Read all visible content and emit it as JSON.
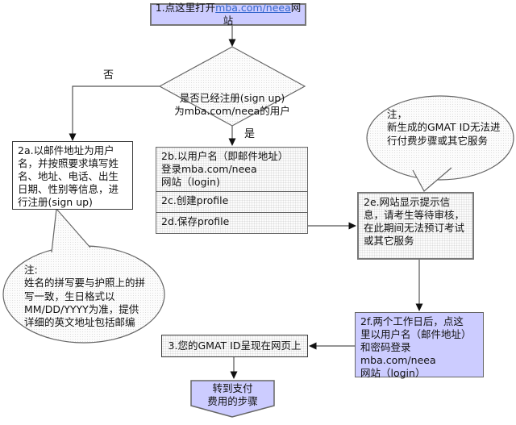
{
  "flow": {
    "step1": {
      "prefix": "1.点这里打开",
      "link": "mba.com/neea",
      "suffix": "网站"
    },
    "decision": "是否已经注册(sign up)\n为mba.com/neea的用户",
    "label_no": "否",
    "label_yes": "是",
    "step2a": "2a.以邮件地址为用户名，并按照要求填写姓名、地址、电话、出生日期、性别等信息，进行注册(sign up)",
    "step2b": "2b.以用户名（即邮件地址）\n登录mba.com/neea\n网站（login)",
    "step2c": "2c.创建profile",
    "step2d": "2d.保存profile",
    "note_right": "注，\n新生成的GMAT ID无法进行付费步骤或其它服务",
    "step2e": "2e.网站显示提示信息，请考生等待审核，在此期间无法预订考试或其它服务",
    "note_left": "注:\n姓名的拼写要与护照上的拼写一致，生日格式以MM/DD/YYYY为准，提供详细的英文地址包括邮编",
    "step2f": "2f.两个工作日后，点这\n里以用户名（邮件地址）\n和密码登录mba.com/neea\n网站（login）",
    "step3": "3.您的GMAT ID呈现在网页上",
    "end": "转到支付\n费用的步骤",
    "colors": {
      "accent_lavender": "#ccccff",
      "link_blue": "#3366cc",
      "line_gray": "#555555"
    }
  }
}
